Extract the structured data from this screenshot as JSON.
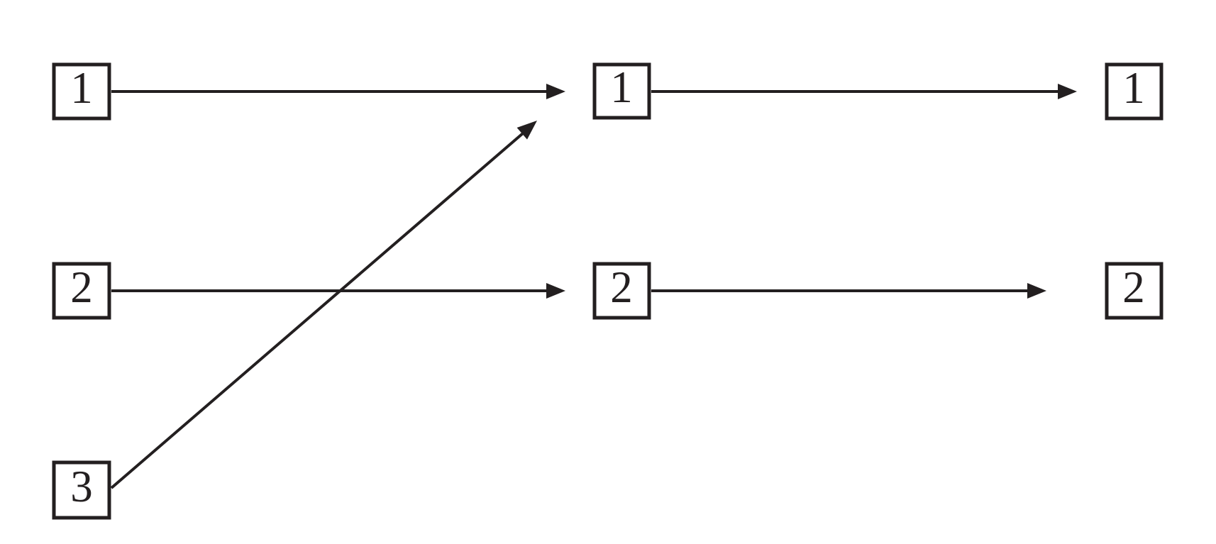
{
  "figure": {
    "kind": "mapping-diagram",
    "columns": [
      {
        "id": "left",
        "nodes": [
          "1",
          "2",
          "3"
        ]
      },
      {
        "id": "middle",
        "nodes": [
          "1",
          "2"
        ]
      },
      {
        "id": "right",
        "nodes": [
          "1",
          "2"
        ]
      }
    ],
    "edges": [
      {
        "from": "left-1",
        "to": "middle-1"
      },
      {
        "from": "left-2",
        "to": "middle-2"
      },
      {
        "from": "left-3",
        "to": "middle-1"
      },
      {
        "from": "middle-1",
        "to": "right-1"
      },
      {
        "from": "middle-2",
        "to": "right-2"
      }
    ],
    "colors": {
      "ink": "#231f20",
      "background": "#ffffff"
    }
  }
}
